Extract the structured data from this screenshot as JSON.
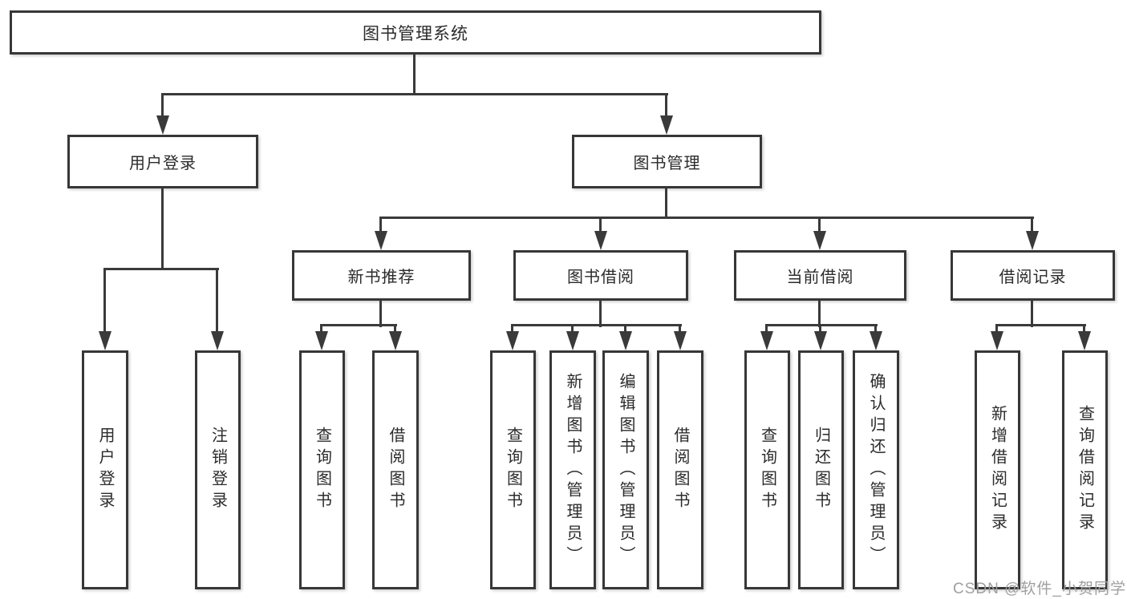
{
  "diagram": {
    "root": {
      "label": "图书管理系统"
    },
    "level1": [
      {
        "label": "用户登录"
      },
      {
        "label": "图书管理"
      }
    ],
    "level2": [
      {
        "label": "新书推荐"
      },
      {
        "label": "图书借阅"
      },
      {
        "label": "当前借阅"
      },
      {
        "label": "借阅记录"
      }
    ],
    "leaves": {
      "user_login": [
        {
          "label": "用户登录"
        },
        {
          "label": "注销登录"
        }
      ],
      "new_book_recommend": [
        {
          "label": "查询图书"
        },
        {
          "label": "借阅图书"
        }
      ],
      "book_borrow": [
        {
          "label": "查询图书"
        },
        {
          "label": "新增图书（管理员）"
        },
        {
          "label": "编辑图书（管理员）"
        },
        {
          "label": "借阅图书"
        }
      ],
      "current_borrow": [
        {
          "label": "查询图书"
        },
        {
          "label": "归还图书"
        },
        {
          "label": "确认归还（管理员）"
        }
      ],
      "borrow_record": [
        {
          "label": "新增借阅记录"
        },
        {
          "label": "查询借阅记录"
        }
      ]
    }
  },
  "watermark": {
    "text": "CSDN @软件_小贺同学"
  },
  "colors": {
    "line": "#3a3a3a",
    "box_border": "#373737",
    "box_background": "#ffffff",
    "text": "#2b2b2b",
    "watermark": "#9f9f9f"
  }
}
